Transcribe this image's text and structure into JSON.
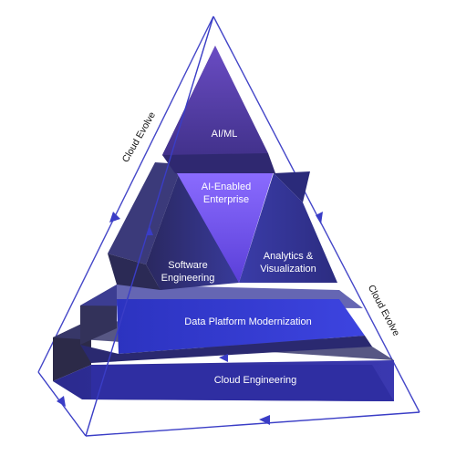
{
  "diagram": {
    "tiers": {
      "top": "AI/ML",
      "center_line1": "AI-Enabled",
      "center_line2": "Enterprise",
      "left_line1": "Software",
      "left_line2": "Engineering",
      "right_line1": "Analytics &",
      "right_line2": "Visualization",
      "data_platform": "Data Platform Modernization",
      "cloud_engineering": "Cloud Engineering"
    },
    "cycle_labels": {
      "left": "Cloud Evolve",
      "right": "Cloud Evolve"
    },
    "colors": {
      "outline": "#3b3fc4",
      "top_tier": "#5b43b0",
      "center_tier": "#7b5cf0",
      "data_platform": "#3437c8",
      "cloud_engineering": "#2f2e9e",
      "shadow_tier": "#2e2b5a"
    }
  }
}
